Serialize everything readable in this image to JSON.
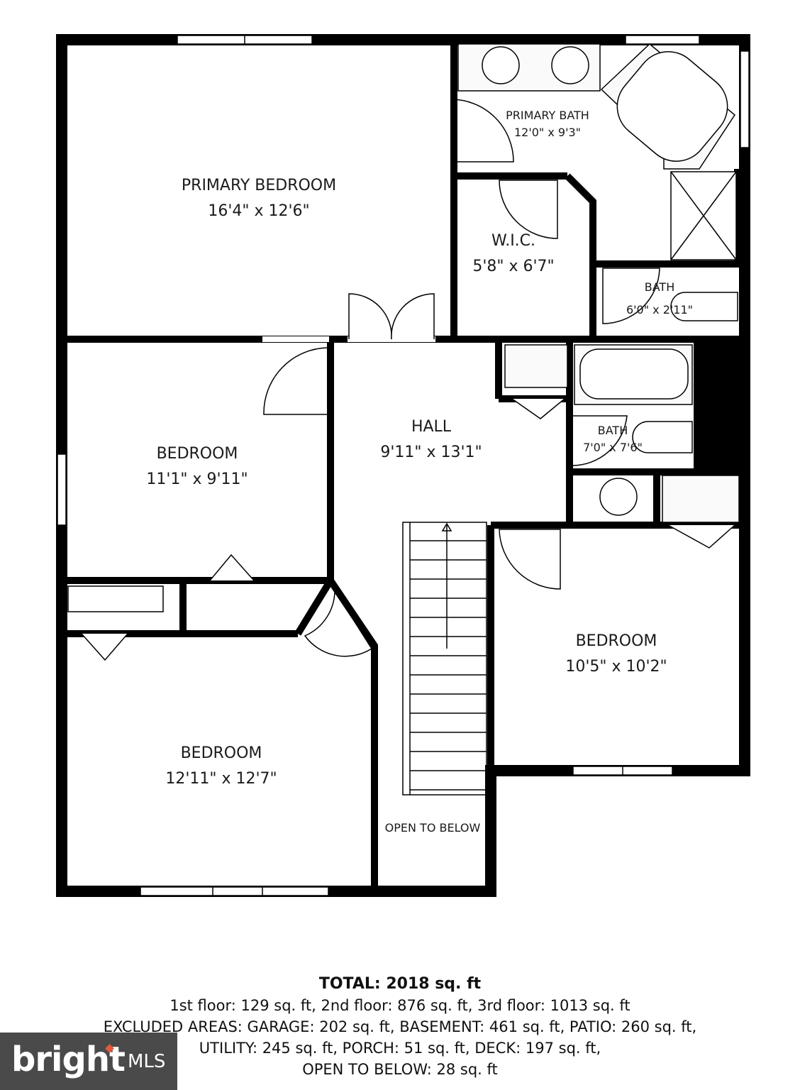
{
  "rooms": {
    "primary_bedroom": {
      "name": "PRIMARY BEDROOM",
      "dims": "16'4\" x 12'6\""
    },
    "primary_bath": {
      "name": "PRIMARY BATH",
      "dims": "12'0\" x 9'3\""
    },
    "wic": {
      "name": "W.I.C.",
      "dims": "5'8\" x 6'7\""
    },
    "bath_small": {
      "name": "BATH",
      "dims": "6'0\" x 2'11\""
    },
    "bedroom_left": {
      "name": "BEDROOM",
      "dims": "11'1\" x 9'11\""
    },
    "hall": {
      "name": "HALL",
      "dims": "9'11\" x 13'1\""
    },
    "bath_hall": {
      "name": "BATH",
      "dims": "7'0\" x 7'6\""
    },
    "bedroom_right": {
      "name": "BEDROOM",
      "dims": "10'5\" x 10'2\""
    },
    "bedroom_bottom": {
      "name": "BEDROOM",
      "dims": "12'11\" x 12'7\""
    },
    "open_to_below": {
      "name": "OPEN TO BELOW"
    }
  },
  "totals": {
    "total": "TOTAL: 2018 sq. ft",
    "line1": "1st floor: 129 sq. ft, 2nd floor: 876 sq. ft, 3rd floor: 1013 sq. ft",
    "line2": "EXCLUDED AREAS: GARAGE: 202 sq. ft, BASEMENT: 461 sq. ft, PATIO: 260 sq. ft,",
    "line3": "UTILITY: 245 sq. ft, PORCH: 51 sq. ft, DECK: 197 sq. ft,",
    "line4": "OPEN TO BELOW: 28 sq. ft"
  },
  "watermark": {
    "brand": "bright",
    "suffix": "MLS"
  },
  "colors": {
    "wall": "#000000",
    "badge": "#4a4a4a",
    "accent": "#e05a3a"
  }
}
